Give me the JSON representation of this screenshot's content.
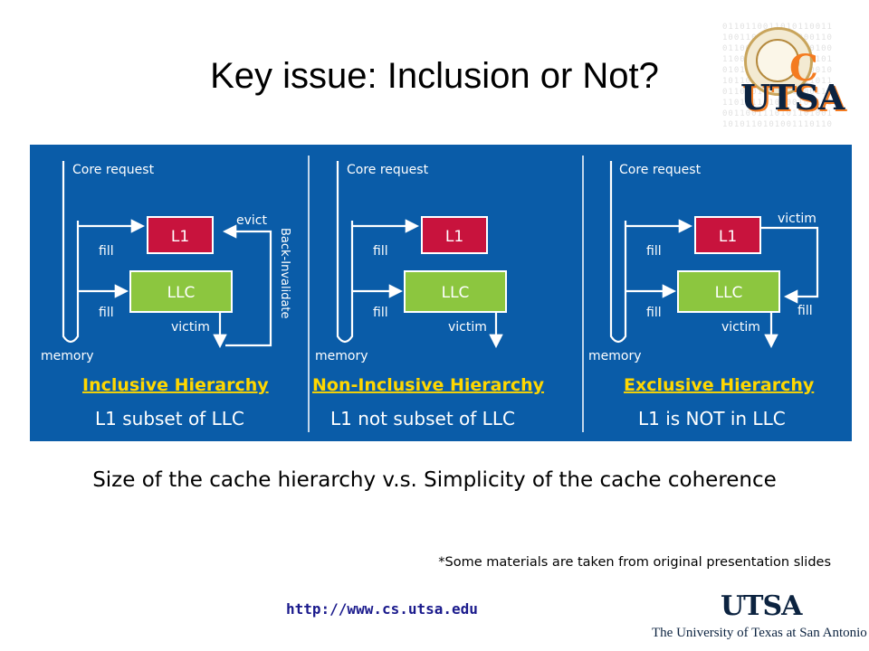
{
  "slide": {
    "title": "Key issue:  Inclusion or Not?",
    "caption": "Size of the cache hierarchy v.s. Simplicity of the cache coherence",
    "note": "*Some materials are taken from original presentation slides",
    "url": "http://www.cs.utsa.edu"
  },
  "logo_top": {
    "letter_c": "C",
    "letters": "UTSA",
    "binary_text": "0110110011010110011\n1001101001011000110\n0110011101001110100\n1100101010110101101\n0101011001101010010\n1011000110100111011\n0110101101011000110\n1101011010100101101\n0011001110101101001\n1010110101001110110"
  },
  "logo_bottom": {
    "wordmark": "UTSA",
    "university": "The University of Texas at San Antonio"
  },
  "colors": {
    "diagram_bg": "#0a5ca8",
    "l1_box": "#c8133d",
    "llc_box": "#8cc63f",
    "hierarchy_label": "#ffd700",
    "url_text": "#1a1a8c",
    "utsa_navy": "#0c2340",
    "utsa_orange": "#f47b20"
  },
  "diagram": {
    "panels": [
      {
        "core_request": "Core request",
        "memory": "memory",
        "l1": "L1",
        "llc": "LLC",
        "fill_l1": "fill",
        "fill_llc": "fill",
        "evict": "evict",
        "back_invalidate": "Back-Invalidate",
        "victim": "victim",
        "hierarchy": "Inclusive Hierarchy",
        "description": "L1 subset of LLC"
      },
      {
        "core_request": "Core request",
        "memory": "memory",
        "l1": "L1",
        "llc": "LLC",
        "fill_l1": "fill",
        "fill_llc": "fill",
        "victim": "victim",
        "hierarchy": "Non-Inclusive Hierarchy",
        "description": "L1 not subset of LLC"
      },
      {
        "core_request": "Core request",
        "memory": "memory",
        "l1": "L1",
        "llc": "LLC",
        "fill_l1": "fill",
        "victim_l1": "victim",
        "fill_llc": "fill",
        "victim": "victim",
        "hierarchy": "Exclusive Hierarchy",
        "description": "L1 is NOT in LLC"
      }
    ]
  }
}
